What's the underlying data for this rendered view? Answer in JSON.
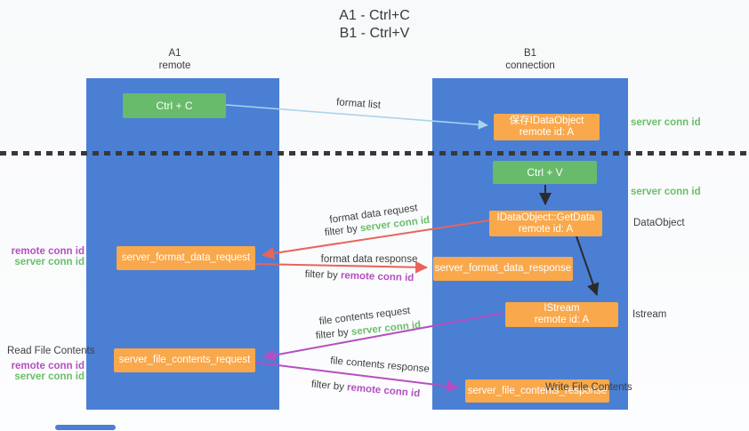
{
  "colors": {
    "lane_blue": "#4a7fd4",
    "green": "#68bb6a",
    "orange": "#f9a84b",
    "arrow_light_blue": "#a9d3ee",
    "arrow_red": "#e8645c",
    "arrow_purple": "#b54fc0",
    "arrow_black": "#2b2b2b",
    "green_text": "#6abf69",
    "purple_text": "#b44fc0",
    "dark_text": "#3f3f3f"
  },
  "title": {
    "line1": "A1 - Ctrl+C",
    "line2": "B1 - Ctrl+V"
  },
  "lanes": {
    "left": {
      "name": "A1",
      "role": "remote"
    },
    "right": {
      "name": "B1",
      "role": "connection"
    }
  },
  "nodes": {
    "ctrl_c": {
      "label": "Ctrl + C"
    },
    "save_dataobject": {
      "line1": "保存IDataObject",
      "line2": "remote id: A"
    },
    "ctrl_v": {
      "label": "Ctrl + V"
    },
    "getdata": {
      "line1": "IDataObject::GetData",
      "line2": "remote id: A"
    },
    "format_data_request": {
      "label": "server_format_data_request"
    },
    "format_data_response": {
      "label": "server_format_data_response"
    },
    "istream": {
      "line1": "IStream",
      "line2": "remote id: A"
    },
    "file_contents_request": {
      "label": "server_file_contents_request"
    },
    "file_contents_response": {
      "label": "server_file_contents_response"
    }
  },
  "edge_labels": {
    "format_list": "format list",
    "format_data_request": "format data request",
    "format_data_request_filter_prefix": "filter by ",
    "format_data_request_filter_key": "server conn id",
    "format_data_response": "format data response",
    "format_data_response_filter_prefix": "filter by ",
    "format_data_response_filter_key": "remote conn id",
    "file_contents_request": "file contents request",
    "file_contents_request_filter_prefix": "filter by ",
    "file_contents_request_filter_key": "server conn id",
    "file_contents_response": "file contents response",
    "file_contents_response_filter_prefix": "filter by ",
    "file_contents_response_filter_key": "remote conn id"
  },
  "side_labels": {
    "right_server_conn_top": "server conn id",
    "right_server_conn_mid": "server conn id",
    "right_dataobject": "DataObject",
    "right_istream": "Istream",
    "right_write_file": "Write File Contents",
    "left_remote_conn_top": "remote conn id",
    "left_server_conn_top": "server conn id",
    "left_read_file": "Read File Contents",
    "left_remote_conn_bottom": "remote conn id",
    "left_server_conn_bottom": "server conn id"
  }
}
